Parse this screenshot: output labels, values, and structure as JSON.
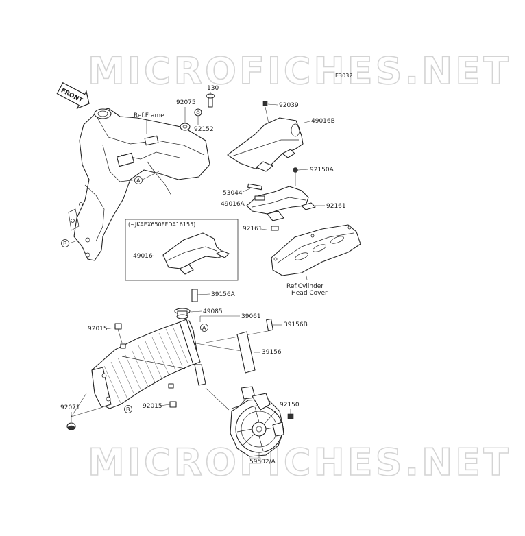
{
  "watermark": {
    "text": "MICROFICHES.NET"
  },
  "diagram_code": "E3032",
  "front_arrow": {
    "text": "FRONT"
  },
  "ref_labels": {
    "frame": "Ref.Frame",
    "cylinder_line1": "Ref.Cylinder",
    "cylinder_line2": "Head Cover"
  },
  "inset": {
    "note": "(~JKAEX650EFDA16155)",
    "part": "49016"
  },
  "callouts": {
    "a": "A",
    "b": "B"
  },
  "part_numbers": {
    "p130": "130",
    "p92075": "92075",
    "p92152": "92152",
    "p92039": "92039",
    "p49016B": "49016B",
    "p92150A": "92150A",
    "p53044": "53044",
    "p49016A": "49016A",
    "p92161a": "92161",
    "p92161b": "92161",
    "p39156A": "39156A",
    "p49085": "49085",
    "p39061": "39061",
    "p39156B": "39156B",
    "p39156": "39156",
    "p92015a": "92015",
    "p92015b": "92015",
    "p92071": "92071",
    "p92150": "92150",
    "p59502A": "59502/A"
  }
}
